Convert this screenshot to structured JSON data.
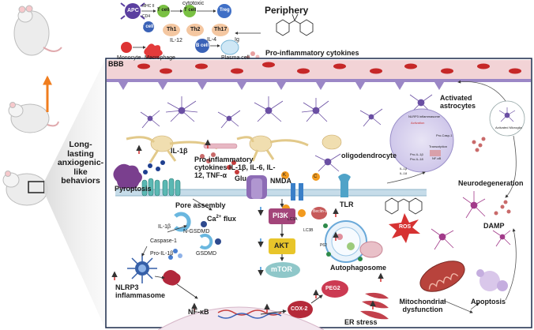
{
  "left_panel": {
    "behavior_label": "Long-lasting anxiogenic-like behaviors"
  },
  "periphery": {
    "title": "Periphery",
    "cells": {
      "apc": "APC",
      "t_cell_a": "T cell",
      "t_cell_b": "T cell",
      "cytotoxic": "cytotoxic",
      "cytotoxic_t": "T cell",
      "treg": "Treg",
      "th1": "Th1",
      "th2": "Th2",
      "th17": "Th17",
      "il12": "IL-12",
      "il4": "IL-4",
      "b_cell": "B cell",
      "ig": "Ig",
      "plasma_cell": "Plasma cell",
      "monocyte": "Monocyte",
      "macrophage": "Macrophage",
      "mhc": "MHC II",
      "cd4": "CD4"
    },
    "cytokines_label": "Pro-inflammatory cytokines"
  },
  "brain": {
    "bbb": "BBB",
    "activated_astrocytes": "Activated astrocytes",
    "oligodendrocyte": "oligodendrocyte",
    "il1b": "IL-1β",
    "pro_cytokines": "Pro-inflammatory cytokines IL-1β, IL-6, IL-12, TNF-α",
    "glu": "Glu",
    "nmda": "NMDA",
    "tlr": "TLR",
    "neurodegeneration": "Neurodegeneration",
    "damp": "DAMP",
    "apoptosis": "Apoptosis",
    "mito": "Mitochondrial dysfunction",
    "er_stress": "ER stress",
    "ros": "ROS",
    "autophagosome": "Autophagosome",
    "peg2": "PEG2",
    "cox2": "COX-2",
    "nfkb": "NF-κB",
    "nlrp3": "NLRP3 inflammasome",
    "pyroptosis": "Pyroptosis",
    "pore_assembly": "Pore assembly",
    "ca_flux_base": "Ca",
    "ca_flux_sup": "2+",
    "ca_flux_tail": " flux",
    "pi3k": "PI3K",
    "akt": "AKT",
    "mtor": "mTOR",
    "n_gsdmd": "N-GSDMD",
    "gsdmd": "GSDMD",
    "caspase1": "Caspase-1",
    "il1b_small": "IL-1β",
    "pro_il1b": "Pro-IL-1β",
    "beclin1": "Beclin-1",
    "lc3b": "LC3B",
    "lc3a": "LC3A",
    "p62": "P62",
    "k": "K",
    "c": "C",
    "inset": {
      "title": "NLRP3 inflammasome",
      "activation": "Activation",
      "pro_casp1": "Pro-Casp-1",
      "transcription": "Transcription",
      "il1b": "IL-1β",
      "il18": "IL-18",
      "pro_il1b": "Pro-IL-1β",
      "pro_il18": "Pro-IL-18",
      "nfkb": "NF-κB",
      "microglia": "Activated Microglia"
    }
  },
  "colors": {
    "frame": "#1b2a4a",
    "vessel": "#f2d3d6",
    "rbc": "#c62828",
    "neuron": "#f0deb0",
    "astro": "#6a4fa3",
    "pi3k": "#a3457a",
    "akt": "#e8c52a",
    "mtor": "#8fc7c9",
    "cox2": "#b52a3a",
    "peg2": "#cc3a52",
    "ros": "#d63232",
    "arrow_up": "#d32f2f",
    "arrow_down": "#3a8fd6",
    "orange_arrow": "#f07d1e"
  }
}
